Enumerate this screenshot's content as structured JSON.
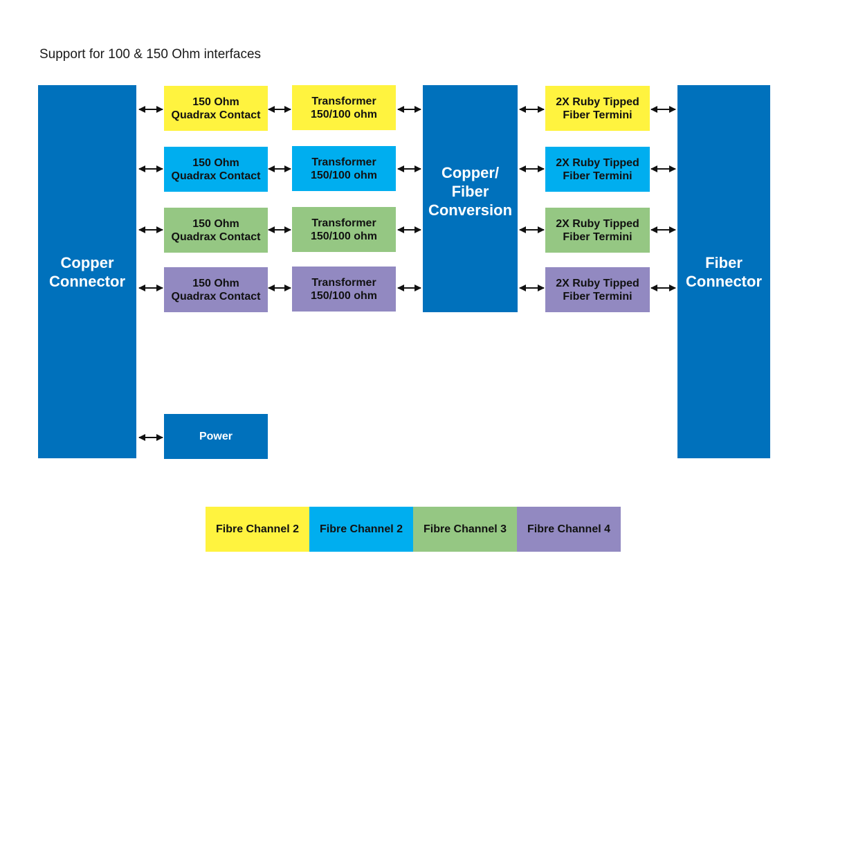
{
  "caption": "Support for 100 & 150 Ohm interfaces",
  "colors": {
    "blue_block": "#0071bc",
    "ch1": "#fff33f",
    "ch2": "#00aeef",
    "ch3": "#95c783",
    "ch4": "#9289c1"
  },
  "blocks": {
    "copper_connector": "Copper\nConnector",
    "conversion": "Copper/\nFiber\nConversion",
    "fiber_connector": "Fiber\nConnector",
    "power": "Power"
  },
  "rows": [
    {
      "contact": "150 Ohm\nQuadrax Contact",
      "transformer": "Transformer\n150/100 ohm",
      "termini": "2X Ruby Tipped\nFiber Termini",
      "color": "#fff33f"
    },
    {
      "contact": "150 Ohm\nQuadrax Contact",
      "transformer": "Transformer\n150/100 ohm",
      "termini": "2X Ruby Tipped\nFiber Termini",
      "color": "#00aeef"
    },
    {
      "contact": "150 Ohm\nQuadrax Contact",
      "transformer": "Transformer\n150/100 ohm",
      "termini": "2X Ruby Tipped\nFiber Termini",
      "color": "#95c783"
    },
    {
      "contact": "150 Ohm\nQuadrax Contact",
      "transformer": "Transformer\n150/100 ohm",
      "termini": "2X Ruby Tipped\nFiber Termini",
      "color": "#9289c1"
    }
  ],
  "legend": [
    {
      "label": "Fibre Channel 2",
      "color": "#fff33f"
    },
    {
      "label": "Fibre Channel 2",
      "color": "#00aeef"
    },
    {
      "label": "Fibre Channel 3",
      "color": "#95c783"
    },
    {
      "label": "Fibre Channel 4",
      "color": "#9289c1"
    }
  ]
}
